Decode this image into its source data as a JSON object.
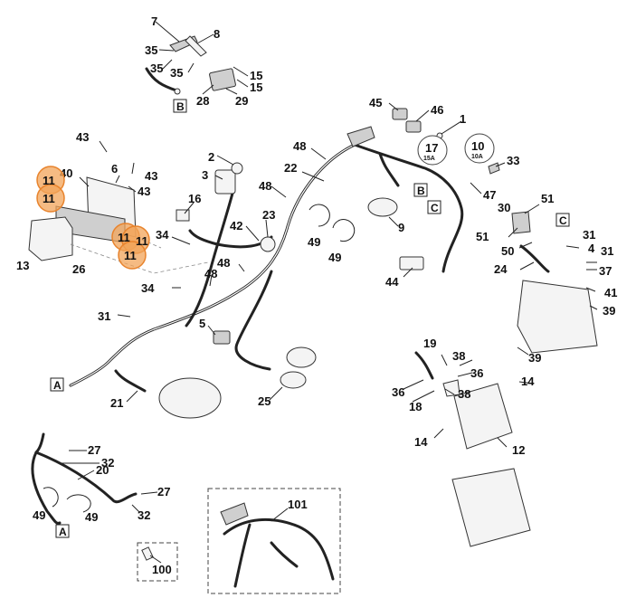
{
  "callouts": [
    "1",
    "4",
    "5",
    "6",
    "7",
    "8",
    "9",
    "10",
    "11",
    "12",
    "13",
    "14",
    "15",
    "16",
    "17",
    "18",
    "19",
    "20",
    "21",
    "22",
    "23",
    "24",
    "25",
    "26",
    "27",
    "28",
    "29",
    "30",
    "31",
    "32",
    "33",
    "34",
    "35",
    "36",
    "37",
    "38",
    "39",
    "40",
    "41",
    "42",
    "43",
    "44",
    "45",
    "46",
    "47",
    "48",
    "49",
    "50",
    "51",
    "100",
    "101"
  ],
  "labels": {
    "n1": "1",
    "n2": "2",
    "n3": "3",
    "n4": "4",
    "n5": "5",
    "n6": "6",
    "n7": "7",
    "n8": "8",
    "n9": "9",
    "n10": "10",
    "n11": "11",
    "n12": "12",
    "n13": "13",
    "n14": "14",
    "n15": "15",
    "n16": "16",
    "n17": "17",
    "n18": "18",
    "n19": "19",
    "n20": "20",
    "n21": "21",
    "n22": "22",
    "n23": "23",
    "n24": "24",
    "n25": "25",
    "n26": "26",
    "n27": "27",
    "n28": "28",
    "n29": "29",
    "n30": "30",
    "n31": "31",
    "n32": "32",
    "n33": "33",
    "n34": "34",
    "n35": "35",
    "n36": "36",
    "n37": "37",
    "n38": "38",
    "n39": "39",
    "n40": "40",
    "n41": "41",
    "n42": "42",
    "n43": "43",
    "n44": "44",
    "n45": "45",
    "n46": "46",
    "n47": "47",
    "n48": "48",
    "n49": "49",
    "n50": "50",
    "n51": "51",
    "n100": "100",
    "n101": "101"
  },
  "fuses": {
    "fuse15": "15A",
    "fuse10": "10A"
  },
  "refs": {
    "A": "A",
    "B": "B",
    "C": "C"
  },
  "highlight_color": "#f2a45a"
}
